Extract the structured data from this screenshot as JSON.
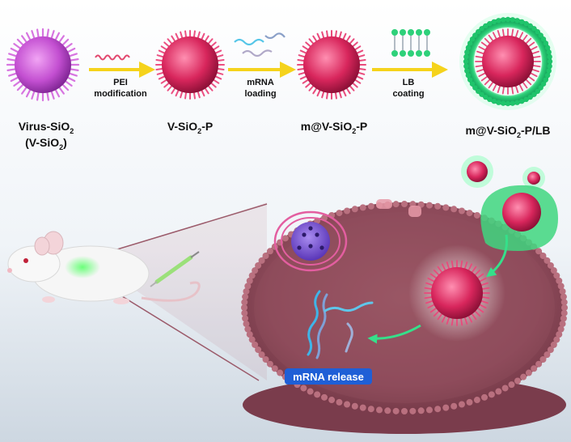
{
  "steps": [
    {
      "name": "virus-sio2",
      "line1": "Virus-SiO",
      "sub1": "2",
      "line2": "(V-SiO",
      "sub2": "2",
      "tail2": ")"
    },
    {
      "name": "v-sio2-p",
      "line1": "V-SiO",
      "sub1": "2",
      "tail1": "-P"
    },
    {
      "name": "m-v-sio2-p",
      "line1": "m@V-SiO",
      "sub1": "2",
      "tail1": "-P"
    },
    {
      "name": "m-v-sio2-p-lb",
      "line1": "m@V-SiO",
      "sub1": "2",
      "tail1": "-P/LB"
    }
  ],
  "arrows": [
    {
      "line1": "PEI",
      "line2": "modification"
    },
    {
      "line1": "mRNA",
      "line2": "loading"
    },
    {
      "line1": "LB",
      "line2": "coating"
    }
  ],
  "release_label": "mRNA release",
  "colors": {
    "arrow": "#f5d31c",
    "virus": "#c34fd1",
    "particle": "#d8265c",
    "lipid": "#2ed17a",
    "cell": "#8d4a5a",
    "release_arrow": "#35e08a",
    "release_text_bg": "#1f5fd6"
  }
}
